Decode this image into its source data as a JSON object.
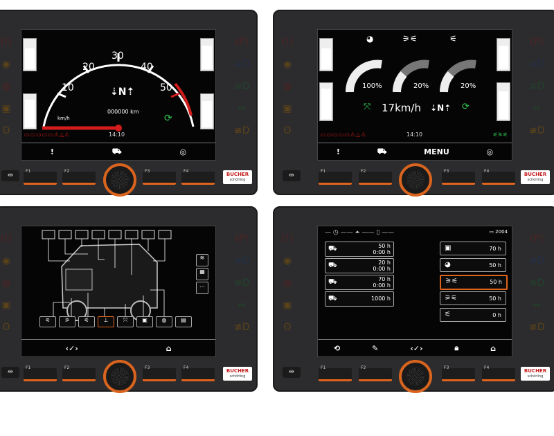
{
  "panel1": {
    "speed_ticks": [
      "10",
      "20",
      "30",
      "40",
      "50"
    ],
    "unit": "km/h",
    "gear": "N",
    "odometer": "000000 km",
    "time": "14:10",
    "softkeys": [
      "!",
      "",
      ""
    ]
  },
  "panel2": {
    "brush_pcts": [
      "100%",
      "20%",
      "20%"
    ],
    "speed": "17km/h",
    "gear": "N",
    "time": "14:10",
    "softkeys": [
      "!",
      "",
      "MENU",
      ""
    ]
  },
  "panel4": {
    "left_rows": [
      {
        "a": "50 h",
        "b": "0:00 h"
      },
      {
        "a": "20 h",
        "b": "0:00 h"
      },
      {
        "a": "70 h",
        "b": "0:00 h"
      },
      {
        "a": "1000 h",
        "b": ""
      }
    ],
    "right_rows": [
      "70 h",
      "50 h",
      "50 h",
      "50 h",
      "0 h"
    ],
    "top_right": "2004"
  },
  "fkey_labels": [
    "F1",
    "F2",
    "F3",
    "F4"
  ],
  "logo": {
    "brand": "BUCHER",
    "sub": "schörling"
  },
  "colors": {
    "accent": "#e0641c",
    "red": "#d41c1c",
    "green": "#33cc55"
  }
}
